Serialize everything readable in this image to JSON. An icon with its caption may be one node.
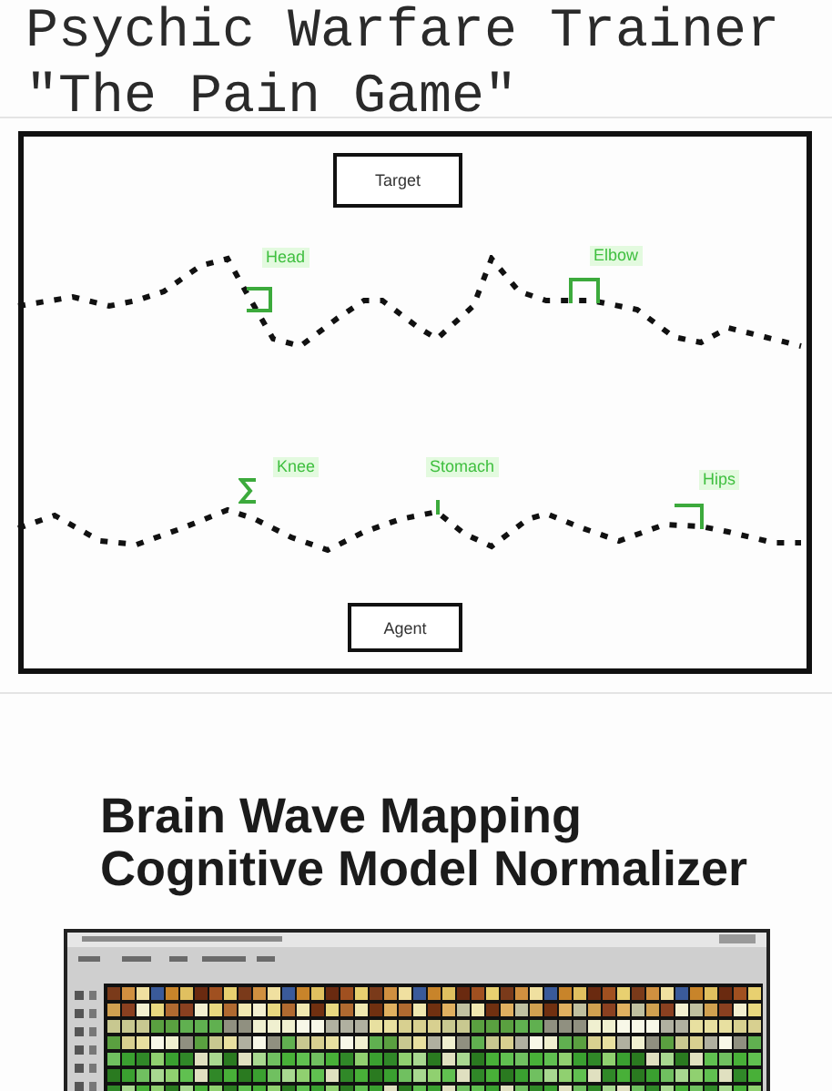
{
  "diagram": {
    "title": "Psychic Warfare Trainer \"The Pain Game\"",
    "nodes": [
      {
        "text": [],
        "shape": "box"
      },
      {
        "text": [
          "Target"
        ],
        "in": 0
      },
      {
        "text": [
          "Agent"
        ],
        "in": 0
      }
    ],
    "labels": [
      "Head",
      "Elbow",
      "Knee",
      "Stomach",
      "Hips",
      "Brain Wave Mapping Cognitive Model Normalizer"
    ]
  }
}
